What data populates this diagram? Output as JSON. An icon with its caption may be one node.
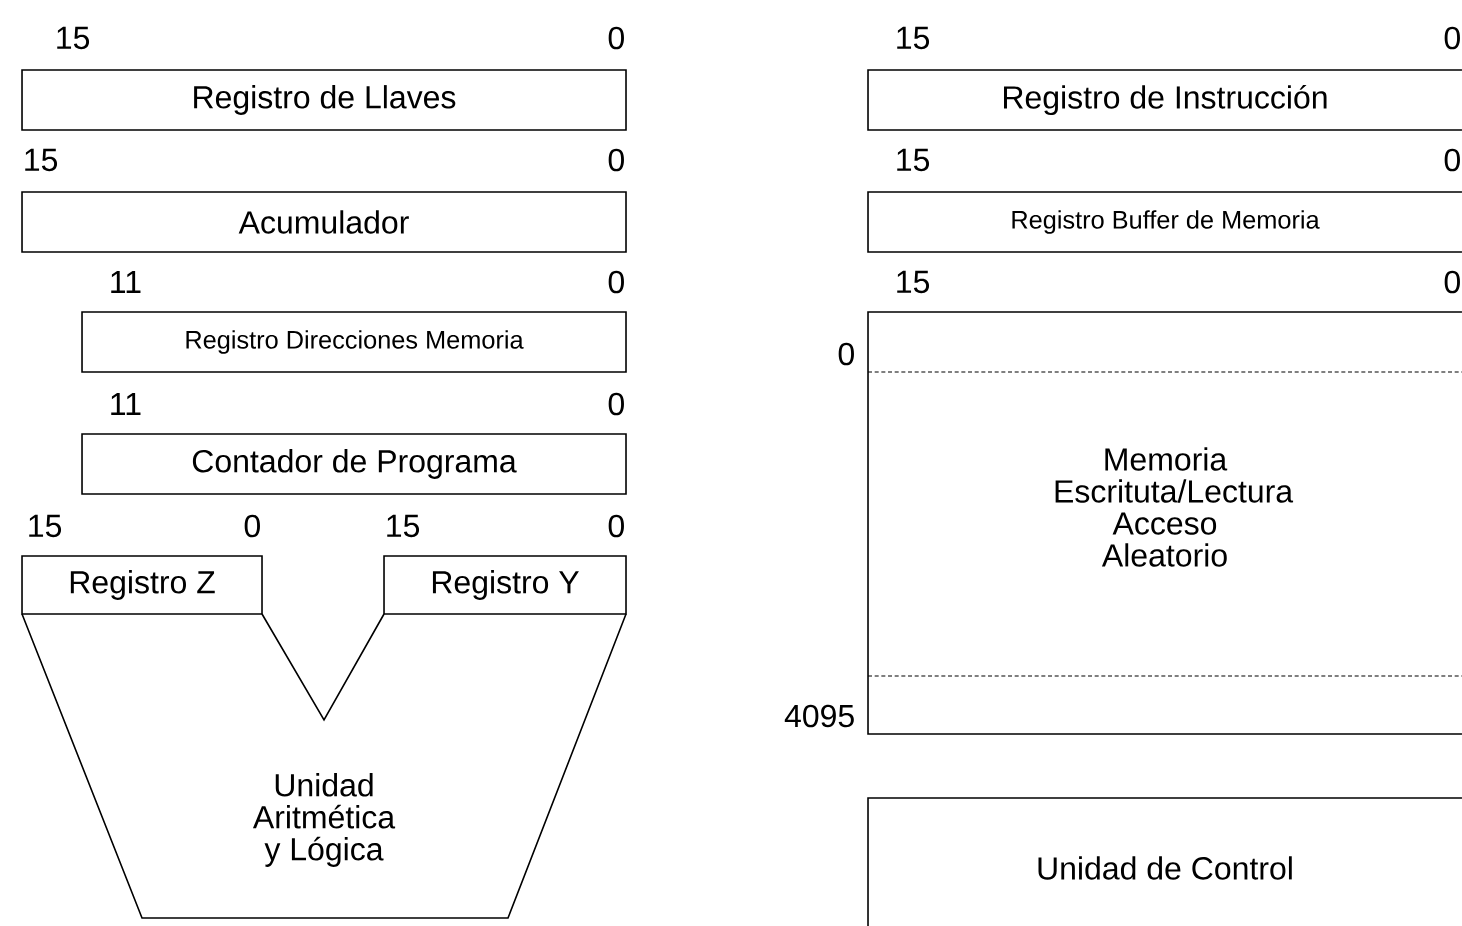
{
  "diagram": {
    "nodes": [
      {
        "text": [
          "Registro de Llaves"
        ],
        "beside": [
          "15",
          "0"
        ]
      },
      {
        "text": [
          "Acumulador"
        ],
        "beside": [
          "15",
          "0"
        ]
      },
      {
        "text": [
          "Registro Direcciones Memoria"
        ],
        "beside": [
          "11",
          "0"
        ]
      },
      {
        "text": [
          "Contador de Programa"
        ],
        "beside": [
          "11",
          "0"
        ]
      },
      {
        "text": [
          "Registro Z"
        ],
        "beside": [
          "15",
          "0"
        ]
      },
      {
        "text": [
          "Registro Y"
        ],
        "beside": [
          "15",
          "0"
        ]
      },
      {
        "text": [
          "Unidad Aritmética y Lógica"
        ]
      },
      {
        "text": [
          "Registro de Instrucción"
        ],
        "beside": [
          "15",
          "0"
        ]
      },
      {
        "text": [
          "Registro Buffer de Memoria"
        ],
        "beside": [
          "15",
          "0"
        ]
      },
      {
        "text": [
          "Memoria Escrituta/Lectura Acceso Aleatorio"
        ],
        "beside": [
          "15",
          "0",
          "0",
          "4095"
        ]
      },
      {
        "text": [
          "Unidad de Control"
        ]
      }
    ]
  }
}
